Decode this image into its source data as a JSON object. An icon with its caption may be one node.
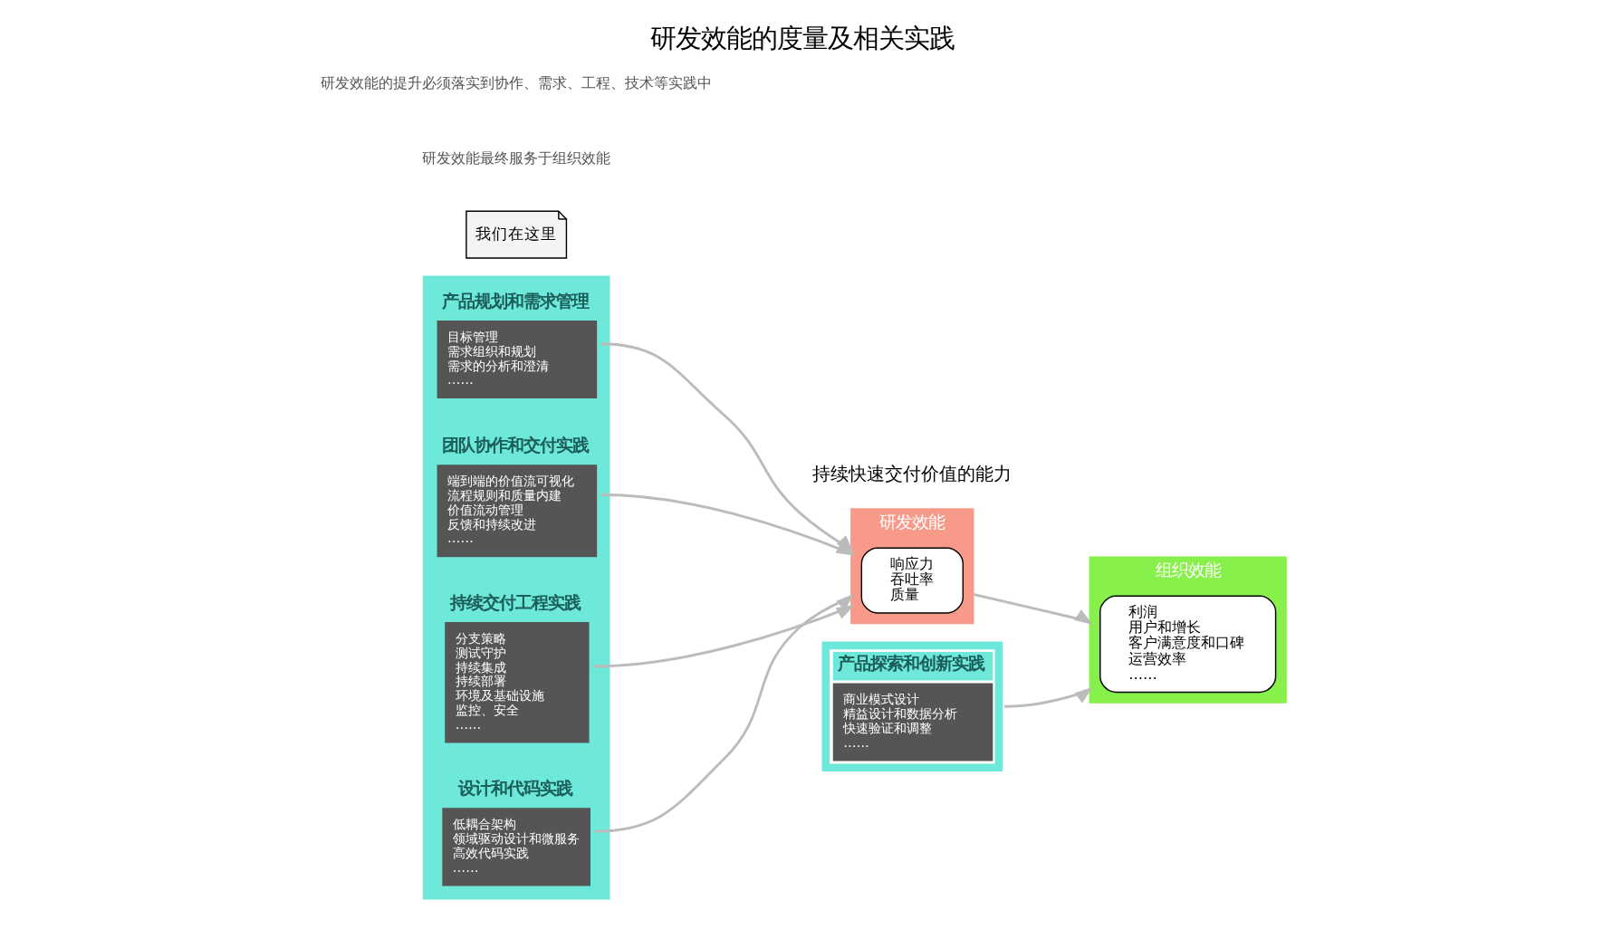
{
  "diagram": {
    "title": "研发效能的度量及相关实践",
    "nodes": [
      {
        "text": [],
        "shape": "box"
      },
      {
        "text": [
          "产品规划和需求管理",
          "目标管理",
          "需求组织和规划",
          "需求的分析和澄清",
          "……"
        ],
        "in": 0
      },
      {
        "text": [
          "团队协作和交付实践",
          "端到端的价值流可视化",
          "流程规则和质量内建",
          "价值流动管理",
          "反馈和持续改进",
          "……"
        ],
        "in": 0
      },
      {
        "text": [
          "持续交付工程实践",
          "分支策略",
          "测试守护",
          "持续集成",
          "持续部署",
          "环境及基础设施",
          "监控、安全",
          "……"
        ],
        "in": 0
      },
      {
        "text": [
          "设计和代码实践",
          "低耦合架构",
          "领域驱动设计和微服务",
          "高效代码实践",
          "……"
        ],
        "in": 0
      },
      {
        "text": [
          "产品探索和创新实践",
          "商业模式设计",
          "精益设计和数据分析",
          "快速验证和调整",
          "……"
        ]
      },
      {
        "text": [
          "我们在这里"
        ]
      },
      {
        "text": [
          "研发效能"
        ],
        "beside": [
          "持续快速交付价值的能力"
        ]
      },
      {
        "text": [
          "响应力",
          "吞吐率",
          "质量"
        ],
        "in": 7
      },
      {
        "text": [
          "组织效能"
        ]
      },
      {
        "text": [
          "利润",
          "用户和增长",
          "客户满意度和口碑",
          "运营效率",
          "……"
        ],
        "in": 9
      }
    ],
    "edges": [
      {
        "from": 1,
        "to": 7,
        "arrow": "to"
      },
      {
        "from": 2,
        "to": 7,
        "arrow": "to"
      },
      {
        "from": 3,
        "to": 7,
        "arrow": "to"
      },
      {
        "from": 4,
        "to": 7,
        "arrow": "to"
      },
      {
        "from": 7,
        "to": 9,
        "arrow": "to"
      },
      {
        "from": 5,
        "to": 9,
        "arrow": "to"
      }
    ],
    "labels": [
      "研发效能最终服务于组织效能",
      "研发效能的提升必须落实到协作、需求、工程、技术等实践中"
    ]
  }
}
